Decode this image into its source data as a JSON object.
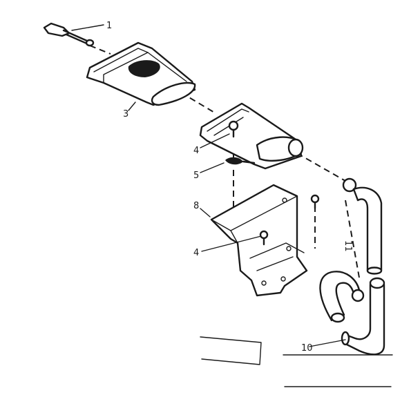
{
  "diagram": {
    "callouts": [
      {
        "id": "c1",
        "text": "1"
      },
      {
        "id": "c3",
        "text": "3"
      },
      {
        "id": "c4a",
        "text": "4"
      },
      {
        "id": "c5",
        "text": "5"
      },
      {
        "id": "c8",
        "text": "8"
      },
      {
        "id": "c4b",
        "text": "4"
      },
      {
        "id": "c11",
        "text": "11"
      },
      {
        "id": "c10",
        "text": "10"
      }
    ]
  }
}
